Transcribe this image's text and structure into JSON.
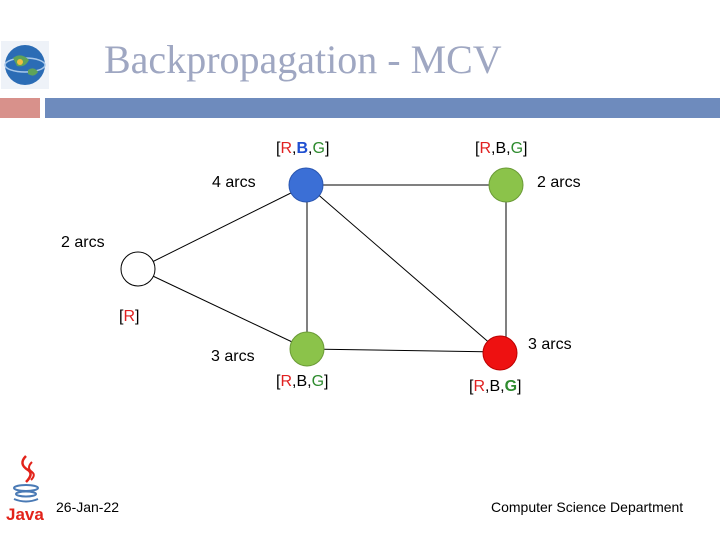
{
  "slide": {
    "title": "Backpropagation - MCV",
    "date": "26-Jan-22",
    "department": "Computer Science Department",
    "java_logo_text": "Java"
  },
  "colors": {
    "title": "#9fa7c2",
    "accent_bar": "#6e8bbd",
    "accent_bar_left": "#d8918b",
    "red": "#e02020",
    "blue": "#1f4fd1",
    "green": "#2e8b2e",
    "node_blue": "#3b6fd6",
    "node_green": "#8bc34a",
    "node_red": "#ee1111",
    "node_white": "#ffffff"
  },
  "nodes": {
    "top_left": {
      "color_name": "blue",
      "arcs_label": "4 arcs",
      "domain": [
        "R",
        ",",
        "B",
        ",",
        "G"
      ]
    },
    "top_right": {
      "color_name": "green",
      "arcs_label": "2 arcs",
      "domain": [
        "R",
        ",B,",
        "G"
      ]
    },
    "left": {
      "color_name": "white",
      "arcs_label": "2 arcs",
      "domain": [
        "R"
      ]
    },
    "bottom_left": {
      "color_name": "green",
      "arcs_label": "3 arcs",
      "domain": [
        "R",
        ",B,",
        "G"
      ]
    },
    "bottom_right": {
      "color_name": "red",
      "arcs_label": "3 arcs",
      "domain": [
        "R",
        ",B,",
        "G"
      ]
    }
  },
  "edges": [
    [
      "top_left",
      "top_right"
    ],
    [
      "top_left",
      "left"
    ],
    [
      "top_left",
      "bottom_left"
    ],
    [
      "top_left",
      "bottom_right"
    ],
    [
      "top_right",
      "bottom_right"
    ],
    [
      "left",
      "bottom_left"
    ],
    [
      "bottom_left",
      "bottom_right"
    ]
  ]
}
